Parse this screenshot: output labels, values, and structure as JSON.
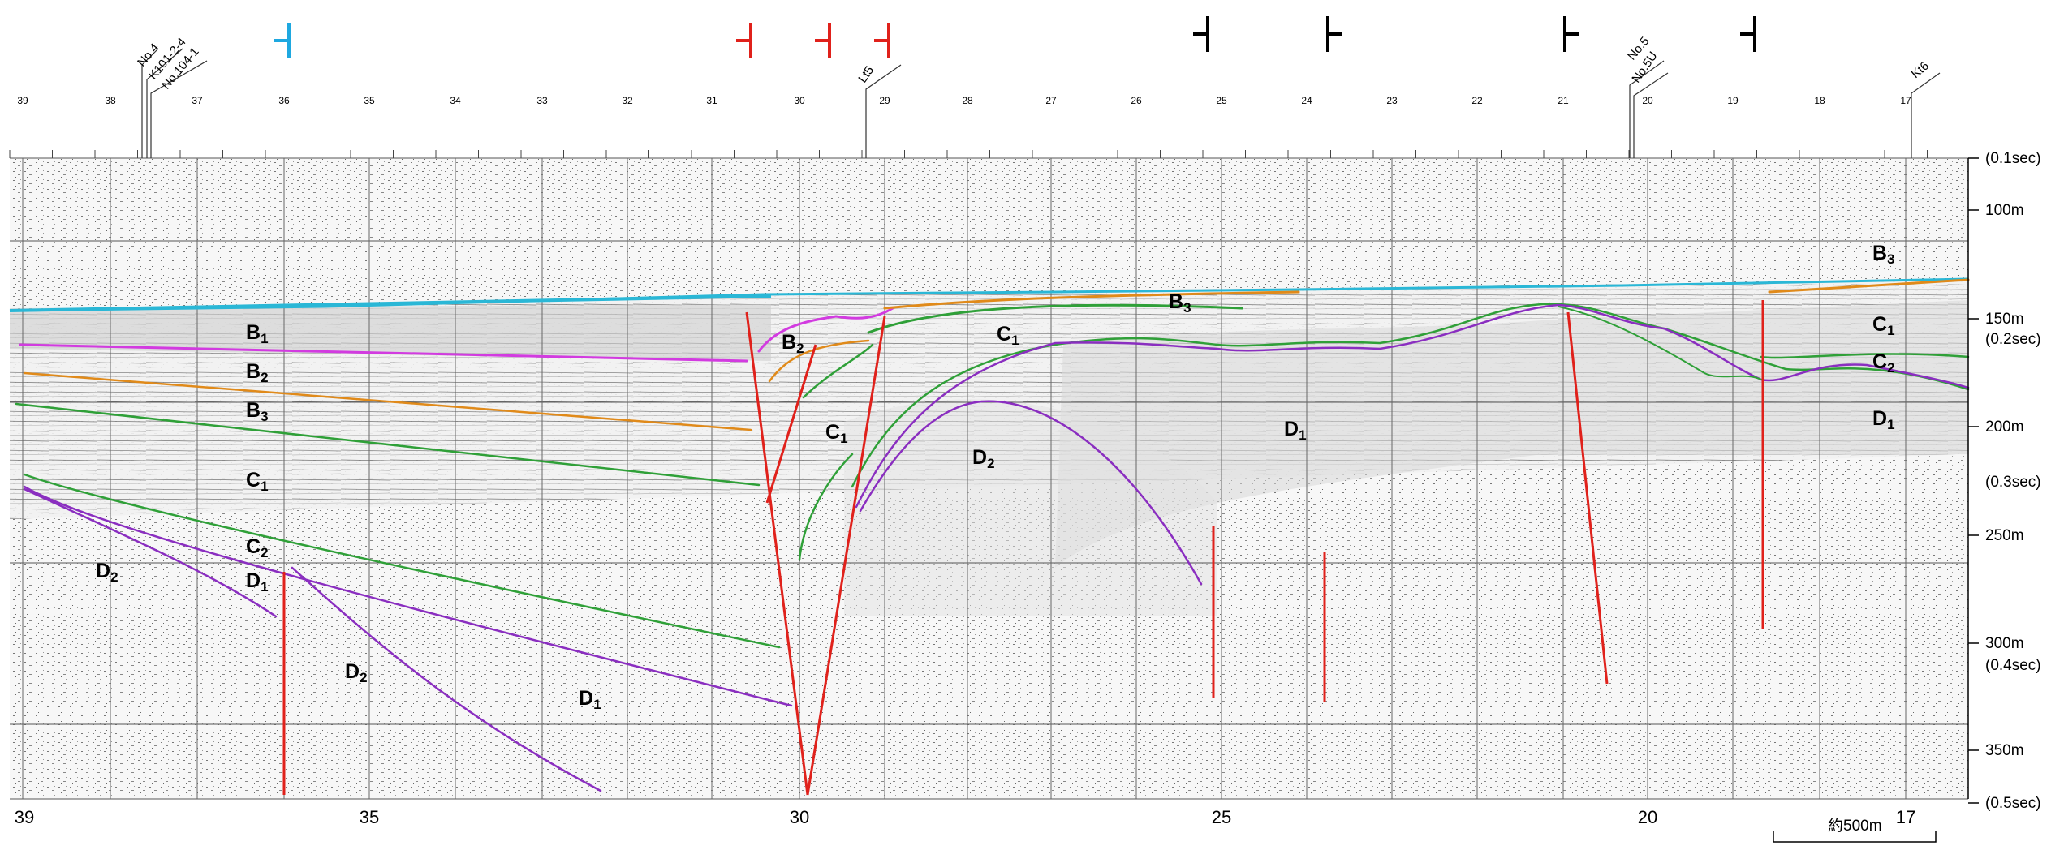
{
  "section_numbers": [
    "39",
    "38",
    "37",
    "36",
    "35",
    "34",
    "33",
    "32",
    "31",
    "30",
    "29",
    "28",
    "27",
    "26",
    "25",
    "24",
    "23",
    "22",
    "21",
    "20",
    "19",
    "18",
    "17"
  ],
  "bottom_axis": [
    "39",
    "35",
    "30",
    "25",
    "20",
    "17"
  ],
  "depth_axis": [
    {
      "label": "(0.1sec)"
    },
    {
      "label": "100m"
    },
    {
      "label": "150m"
    },
    {
      "label": "(0.2sec)"
    },
    {
      "label": "200m"
    },
    {
      "label": "(0.3sec)"
    },
    {
      "label": "250m"
    },
    {
      "label": "300m"
    },
    {
      "label": "(0.4sec)"
    },
    {
      "label": "350m"
    },
    {
      "label": "(0.5sec)"
    }
  ],
  "wells": [
    "No.4",
    "K101-2-4",
    "No.104-1",
    "Lt5",
    "No.5",
    "No.5U",
    "Kt6"
  ],
  "scale_bar": "約500m",
  "colors": {
    "fault": "#e0211b",
    "marker_blue": "#1ea8e0",
    "surface": "#2ab7d6",
    "B1": "#d23be0",
    "B2": "#e08a1a",
    "C": "#2fa038",
    "D": "#8a2ec0",
    "grid": "#555555"
  },
  "labels": [
    {
      "text": "B",
      "sub": "1"
    },
    {
      "text": "B",
      "sub": "2"
    },
    {
      "text": "B",
      "sub": "3"
    },
    {
      "text": "C",
      "sub": "1"
    },
    {
      "text": "C",
      "sub": "2"
    },
    {
      "text": "D",
      "sub": "1"
    },
    {
      "text": "D",
      "sub": "2"
    },
    {
      "text": "D",
      "sub": "2"
    },
    {
      "text": "D",
      "sub": "1"
    },
    {
      "text": "B",
      "sub": "2"
    },
    {
      "text": "C",
      "sub": "1"
    },
    {
      "text": "D",
      "sub": "2"
    },
    {
      "text": "C",
      "sub": "1"
    },
    {
      "text": "B",
      "sub": "3"
    },
    {
      "text": "D",
      "sub": "1"
    },
    {
      "text": "B",
      "sub": "3"
    },
    {
      "text": "C",
      "sub": "1"
    },
    {
      "text": "C",
      "sub": "2"
    },
    {
      "text": "D",
      "sub": "1"
    }
  ]
}
